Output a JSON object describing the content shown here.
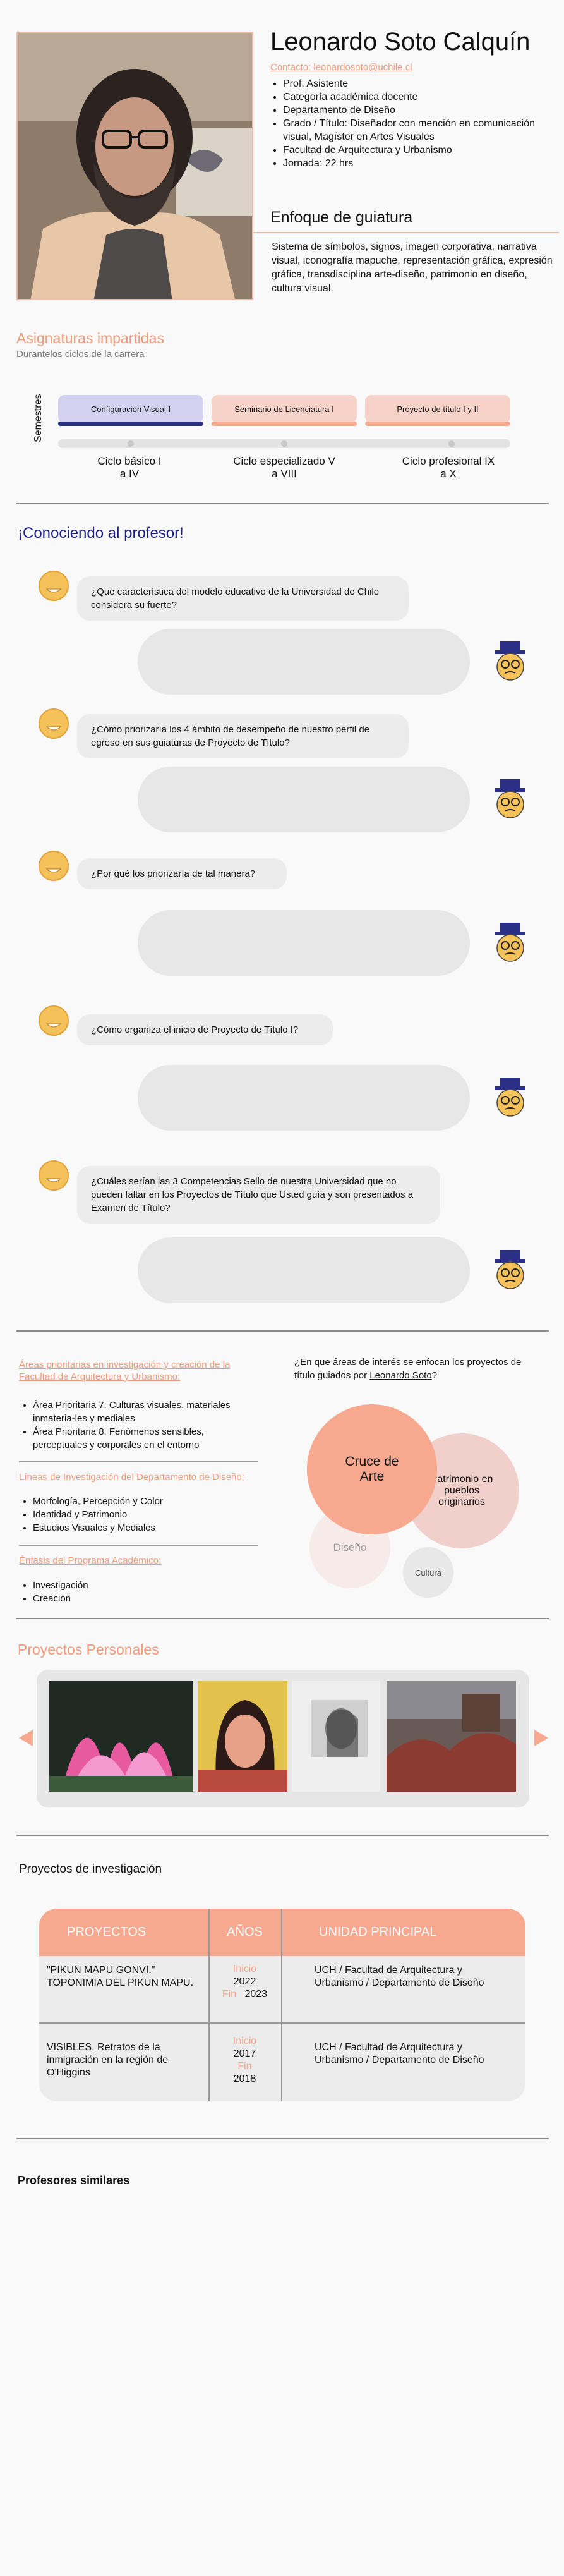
{
  "profile": {
    "name": "Leonardo Soto Calquín",
    "contact": "Contacto: leonardosoto@uchile.cl",
    "facts": [
      "Prof. Asistente",
      "Categoría académica docente",
      "Departamento de Diseño",
      "Grado / Título: Diseñador con mención en comunicación visual, Magíster en Artes Visuales",
      "Facultad de Arquitectura y Urbanismo",
      "Jornada: 22 hrs"
    ],
    "focus_title": "Enfoque de guiatura",
    "focus_text": "Sistema de símbolos, signos, imagen corporativa, narrativa visual, iconografía mapuche, representación gráfica, expresión gráfica, transdisciplina arte-diseño, patrimonio en diseño, cultura visual."
  },
  "subjects": {
    "title": "Asignaturas impartidas",
    "subtitle": "Durantelos ciclos de la carrera",
    "axis_label": "Semestres",
    "courses": [
      {
        "label": "Configuración Visual I",
        "color": "#d4d0ef",
        "bar": "#2b2f86"
      },
      {
        "label": "Seminario de Licenciatura I",
        "color": "#f6d2c9",
        "bar": "#f7a98f"
      },
      {
        "label": "Proyecto de título I y II",
        "color": "#f6d2c9",
        "bar": "#f7a98f"
      }
    ],
    "cycles": [
      {
        "line1": "Ciclo básico I",
        "line2": "a IV"
      },
      {
        "line1": "Ciclo especializado V",
        "line2": "a VIII"
      },
      {
        "line1": "Ciclo profesional IX",
        "line2": "a X"
      }
    ]
  },
  "chat": {
    "title": "¡Conociendo al profesor!",
    "questions": [
      "¿Qué característica del modelo educativo de la Universidad de Chile considera su fuerte?",
      "¿Cómo priorizaría los 4 ámbito de desempeño de nuestro perfil de egreso en sus guiaturas de Proyecto de Título?",
      "¿Por qué los priorizaría de tal manera?",
      "¿Cómo organiza el inicio de Proyecto de Título I?",
      "¿Cuáles serían las 3 Competencias Sello de nuestra Universidad  que no pueden faltar en los Proyectos de Título que Usted guía y son presentados a Examen de Título?"
    ]
  },
  "interests": {
    "priority_title": "Áreas prioritarias en investigación y creación de la Facultad de Arquitectura y Urbanismo:",
    "priority_items": [
      "Área Prioritaria 7. Culturas visuales, materiales inmateria-les y mediales",
      "Área Prioritaria 8. Fenómenos sensibles, perceptuales y corporales en el entorno"
    ],
    "dept_title": "Líneas de Investigación del Departamento de Diseño:",
    "dept_items": [
      "Morfología, Percepción y Color",
      "Identidad y Patrimonio",
      "Estudios Visuales y Mediales"
    ],
    "program_title": "Énfasis del Programa Académico:",
    "program_items": [
      "Investigación",
      "Creación"
    ],
    "question_pre": "¿En que áreas de interés se enfocan los proyectos de título guiados por ",
    "question_link": "Leonardo Soto",
    "question_post": "?",
    "circles": [
      {
        "label": "Cruce de Arte",
        "color": "#f7a98f"
      },
      {
        "label": "Patrimonio en pueblos originarios",
        "color": "#f1cfcb"
      },
      {
        "label": "Diseño",
        "color": "#f6ebe8"
      },
      {
        "label": "Cultura",
        "color": "#e8e8e8"
      }
    ]
  },
  "personal": {
    "title": "Proyectos Personales"
  },
  "research": {
    "title": "Proyectos de investigación",
    "headers": [
      "PROYECTOS",
      "AÑOS",
      "UNIDAD PRINCIPAL"
    ],
    "rows": [
      {
        "project": "\"PIKUN MAPU GONVI.\" TOPONIMIA DEL PIKUN MAPU.",
        "start_label": "Inicio",
        "start": "2022",
        "end_label": "Fin",
        "end": "2023",
        "unit": "UCH / Facultad de Arquitectura y Urbanismo / Departamento de Diseño"
      },
      {
        "project": "VISIBLES. Retratos de la inmigración en la región de O'Higgins",
        "start_label": "Inicio",
        "start": "2017",
        "end_label": "Fin",
        "end": "2018",
        "unit": "UCH / Facultad de Arquitectura y Urbanismo / Departamento de Diseño"
      }
    ]
  },
  "similar": {
    "title": "Profesores similares"
  }
}
